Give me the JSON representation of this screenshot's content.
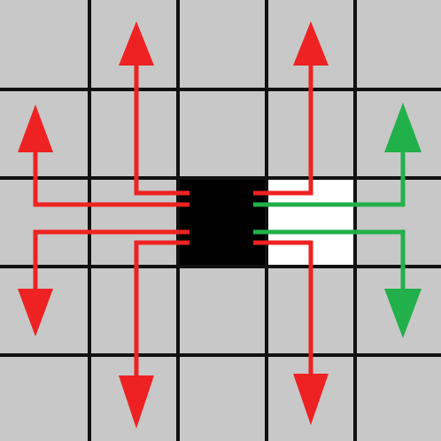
{
  "board": {
    "rows": 5,
    "cols": 5,
    "colors": {
      "background": "#c8c8c8",
      "grid_line": "#111111",
      "filled_cell": "#000000",
      "empty_cell": "#ffffff",
      "blocked_move": "#ee2222",
      "allowed_move": "#22b04a"
    },
    "cells": [
      {
        "name": "black-cell",
        "row": 2,
        "col": 2,
        "fill": "black"
      },
      {
        "name": "white-cell",
        "row": 2,
        "col": 3,
        "fill": "white"
      }
    ],
    "arrows": [
      {
        "name": "arrow-up-left",
        "color": "red",
        "direction": "up"
      },
      {
        "name": "arrow-up-right",
        "color": "red",
        "direction": "up"
      },
      {
        "name": "arrow-left-up",
        "color": "red",
        "direction": "up"
      },
      {
        "name": "arrow-left-down",
        "color": "red",
        "direction": "down"
      },
      {
        "name": "arrow-down-left",
        "color": "red",
        "direction": "down"
      },
      {
        "name": "arrow-down-right",
        "color": "red",
        "direction": "down"
      },
      {
        "name": "arrow-right-up",
        "color": "green",
        "direction": "up"
      },
      {
        "name": "arrow-right-down",
        "color": "green",
        "direction": "down"
      }
    ]
  }
}
